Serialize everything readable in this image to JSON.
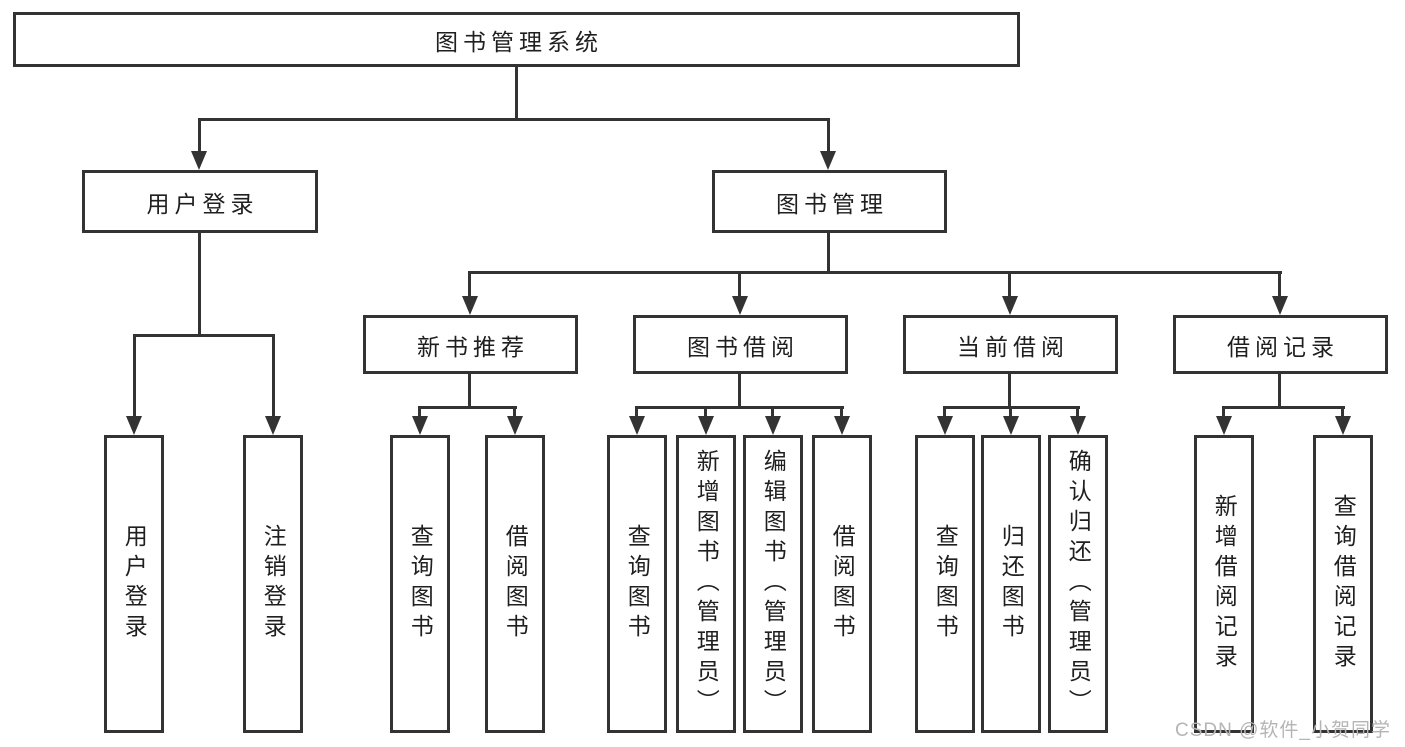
{
  "tree": {
    "root": {
      "label": "图书管理系统"
    },
    "level2": [
      {
        "label": "用户登录"
      },
      {
        "label": "图书管理"
      }
    ],
    "level3": [
      {
        "label": "新书推荐"
      },
      {
        "label": "图书借阅"
      },
      {
        "label": "当前借阅"
      },
      {
        "label": "借阅记录"
      }
    ],
    "leaves": {
      "user_login": [
        "用户登录",
        "注销登录"
      ],
      "new_book": [
        "查询图书",
        "借阅图书"
      ],
      "book_borrow": [
        "查询图书",
        "新增图书（管理员）",
        "编辑图书（管理员）",
        "借阅图书"
      ],
      "current_borrow": [
        "查询图书",
        "归还图书",
        "确认归还（管理员）"
      ],
      "borrow_records": [
        "新增借阅记录",
        "查询借阅记录"
      ]
    }
  },
  "watermark": {
    "text": "CSDN @软件_小贺同学"
  },
  "colors": {
    "line": "#333333",
    "text": "#1f1f1f",
    "watermark": "#b5b5b5",
    "background": "#ffffff"
  }
}
